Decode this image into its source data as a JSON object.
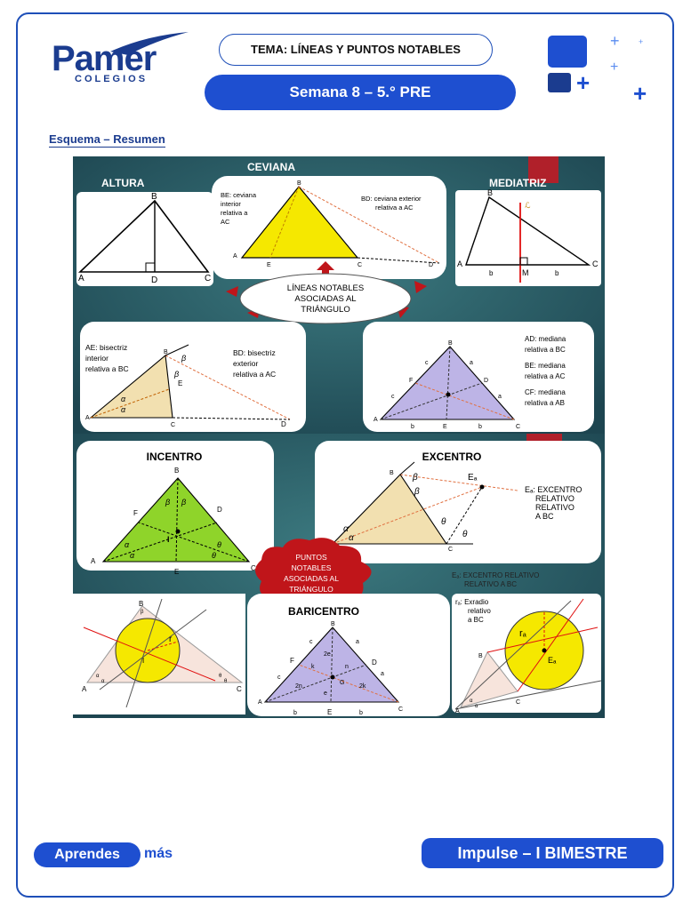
{
  "header": {
    "logo_name": "Pamer",
    "logo_sub": "COLEGIOS",
    "tema": "TEMA: LÍNEAS Y PUNTOS NOTABLES",
    "semana": "Semana 8 – 5.° PRE"
  },
  "section_title": "Esquema – Resumen",
  "lineas": {
    "center_label": [
      "LÍNEAS NOTABLES",
      "ASOCIADAS AL",
      "TRIÁNGULO"
    ],
    "altura": {
      "title": "ALTURA",
      "pts": [
        "B",
        "A",
        "D",
        "C"
      ]
    },
    "ceviana": {
      "title": "CEVIANA",
      "note_int": [
        "BE: ceviana",
        "interior",
        "relativa a",
        "AC"
      ],
      "note_ext": [
        "BD: ceviana exterior",
        "relativa a AC"
      ],
      "pts": [
        "B",
        "A",
        "E",
        "C",
        "D"
      ]
    },
    "mediatriz": {
      "title": "MEDIATRIZ",
      "pts": [
        "B",
        "A",
        "M",
        "C",
        "b",
        "b",
        "ℒ"
      ]
    },
    "bisectriz": {
      "note_int": [
        "AE: bisectriz",
        "interior",
        "relativa a BC"
      ],
      "note_ext": [
        "BD: bisectriz",
        "exterior",
        "relativa a AC"
      ],
      "pts": [
        "B",
        "A",
        "C",
        "D",
        "E",
        "α",
        "α",
        "β",
        "β"
      ]
    },
    "mediana": {
      "notes": [
        "AD: mediana",
        "relativa a BC",
        "BE: mediana",
        "relativa a AC",
        "CF: mediana",
        "relativa a AB"
      ],
      "pts": [
        "B",
        "A",
        "C",
        "D",
        "E",
        "F",
        "a",
        "a",
        "b",
        "b",
        "c",
        "c"
      ]
    }
  },
  "puntos": {
    "center_label": [
      "PUNTOS",
      "NOTABLES",
      "ASOCIADAS AL",
      "TRIÁNGULO"
    ],
    "incentro": {
      "title": "INCENTRO",
      "pts": [
        "B",
        "A",
        "C",
        "D",
        "E",
        "F",
        "I",
        "α",
        "α",
        "β",
        "β",
        "θ",
        "θ"
      ]
    },
    "excentro": {
      "title": "EXCENTRO",
      "note": [
        "Eₐ: EXCENTRO",
        "RELATIVO",
        "RELATIVO",
        "A BC"
      ],
      "note_bottom": [
        "Eₐ: EXCENTRO RELATIVO",
        "RELATIVO A BC"
      ],
      "pts": [
        "B",
        "A",
        "C",
        "Eₐ",
        "α",
        "α",
        "β",
        "β",
        "θ",
        "θ"
      ]
    },
    "incirculo": {
      "pts": [
        "B",
        "A",
        "C",
        "I",
        "r",
        "α",
        "α",
        "β",
        "θ",
        "θ"
      ]
    },
    "baricentro": {
      "title": "BARICENTRO",
      "pts": [
        "B",
        "A",
        "C",
        "D",
        "E",
        "F",
        "G",
        "a",
        "a",
        "b",
        "b",
        "c",
        "c",
        "2e",
        "e",
        "2n",
        "n",
        "k",
        "2k"
      ]
    },
    "exradio": {
      "note": [
        "rₐ: Exradio",
        "relativo",
        "a BC"
      ],
      "pts": [
        "B",
        "A",
        "C",
        "Eₐ",
        "rₐ",
        "α",
        "α"
      ]
    }
  },
  "footer": {
    "aprendes": "Aprendes",
    "mas": "más",
    "impulse": "Impulse – I BIMESTRE"
  },
  "colors": {
    "brand_blue": "#1e4fd0",
    "panel_teal": "#24505a",
    "yellow": "#f5e800",
    "green": "#8fd42a",
    "lavender": "#bdb4e6",
    "tan": "#f2e0b0",
    "arrow_red": "#c0151a"
  }
}
